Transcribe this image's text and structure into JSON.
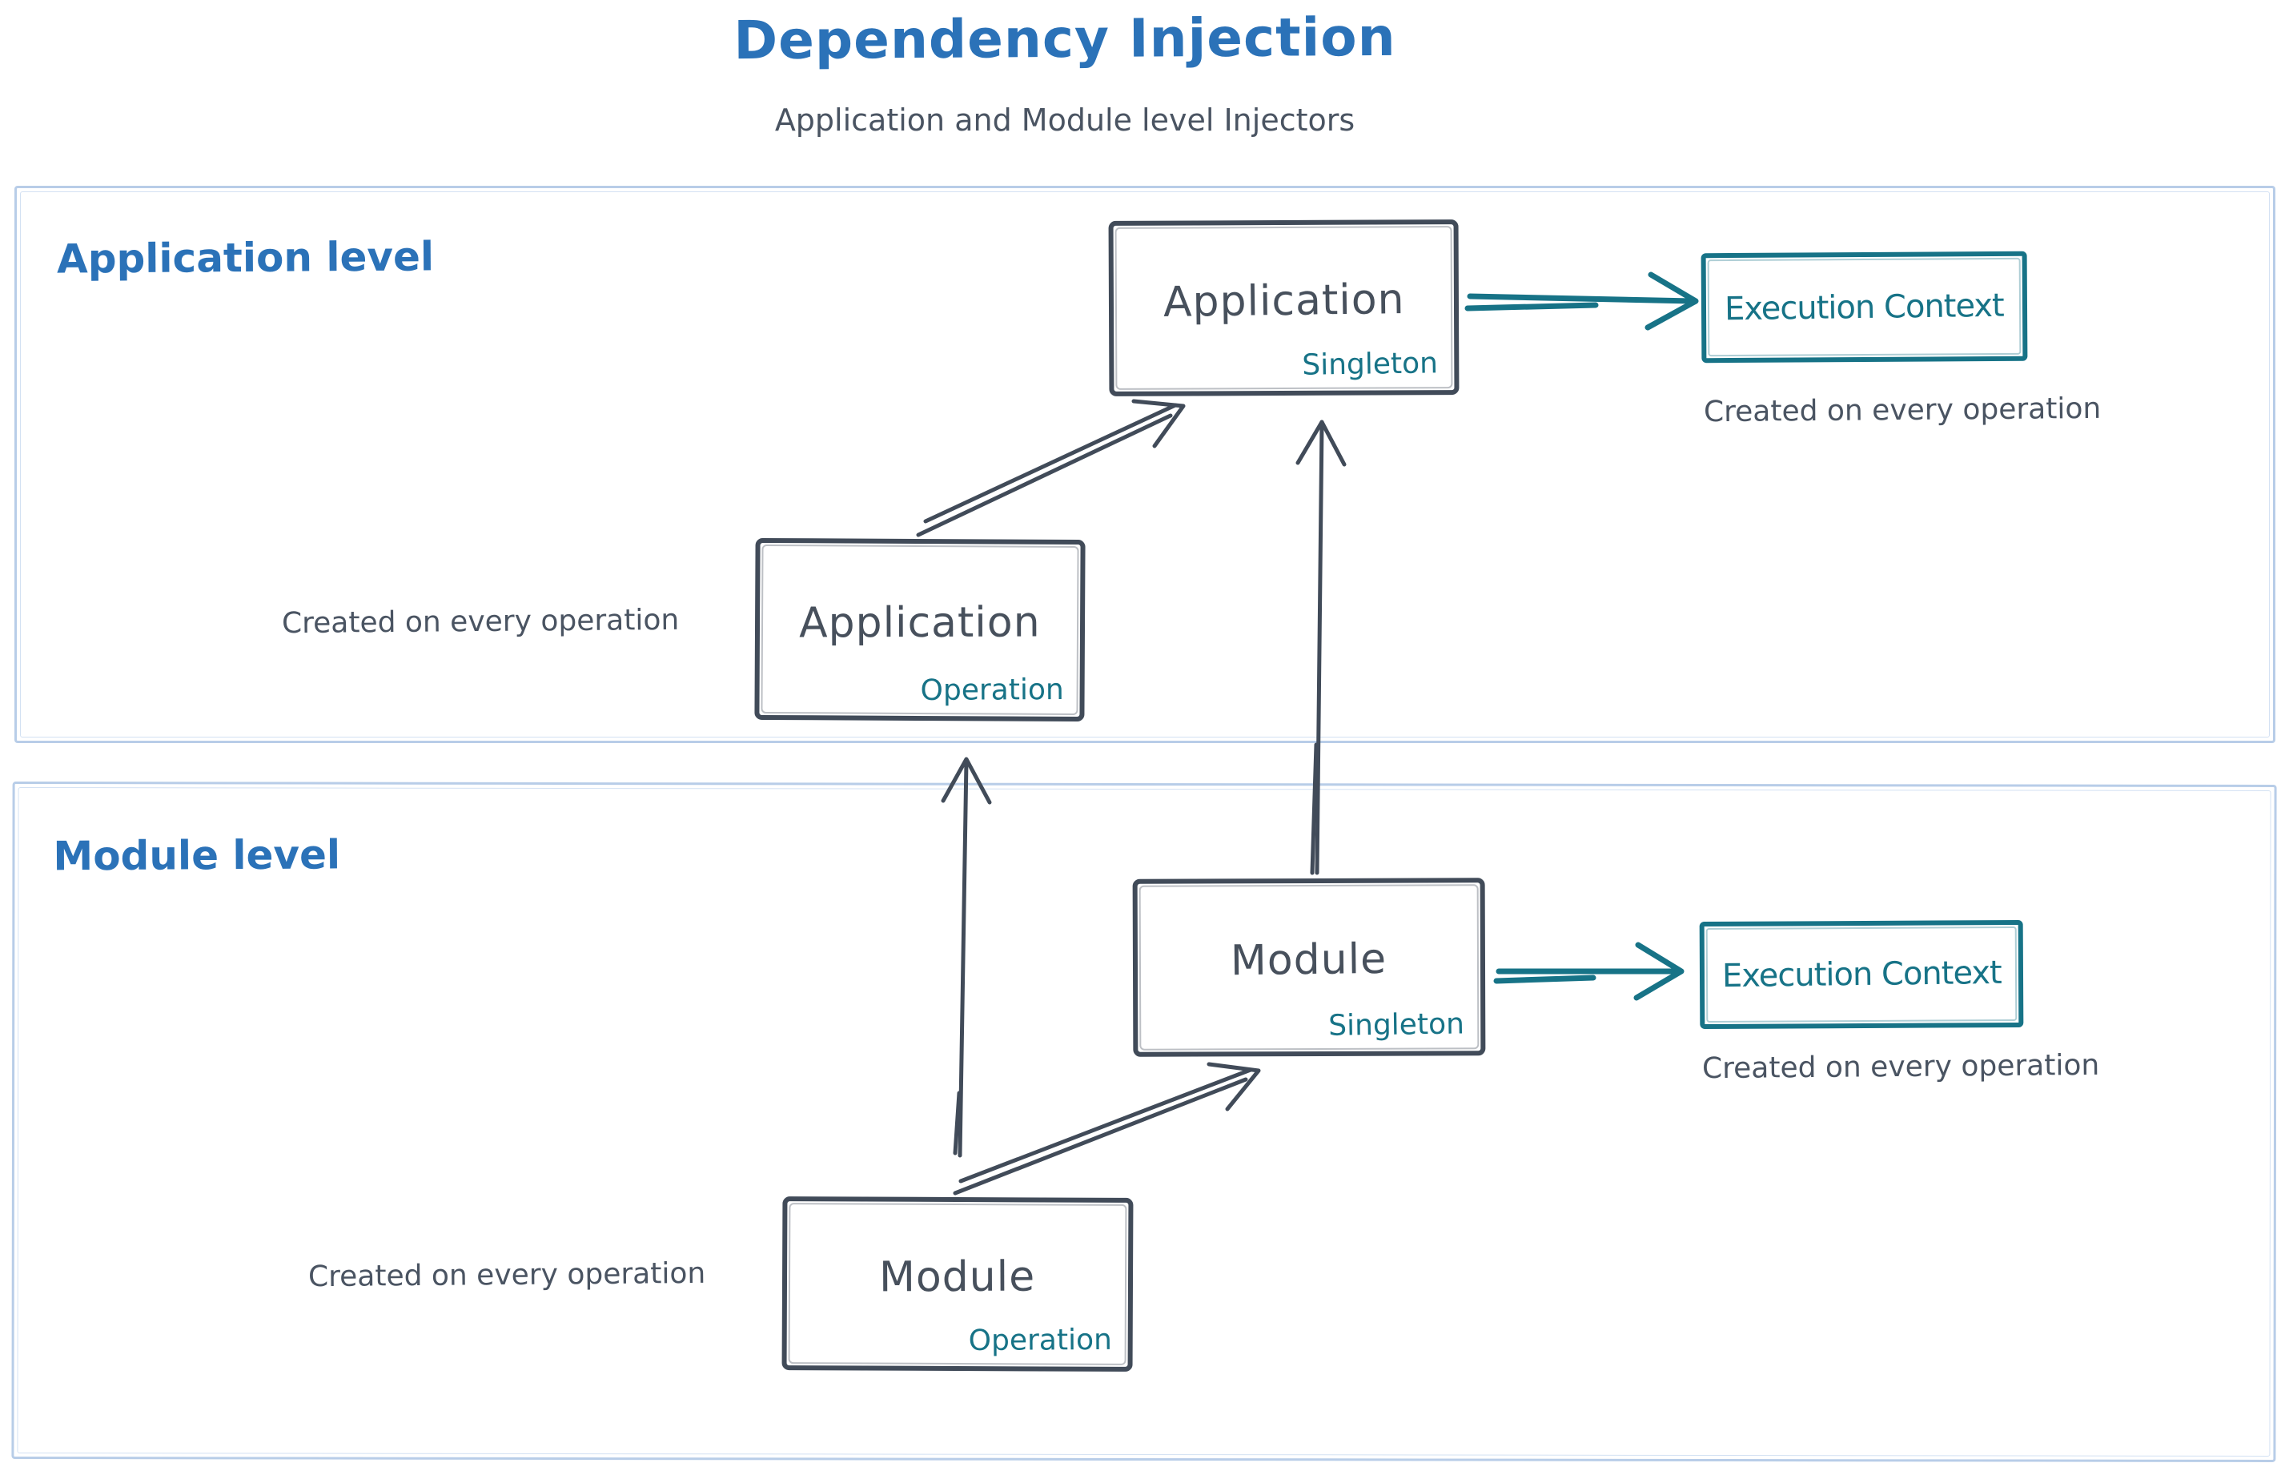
{
  "title": "Dependency Injection",
  "subtitle": "Application and Module level Injectors",
  "colors": {
    "heading_blue": "#2b72b8",
    "sketch_slate": "#414b59",
    "text_gray": "#4a5462",
    "teal": "#177387",
    "section_border_blue": "#b8cde8"
  },
  "sections": {
    "application": {
      "label": "Application level",
      "singleton_box": {
        "title": "Application",
        "tag": "Singleton"
      },
      "operation_box": {
        "title": "Application",
        "tag": "Operation"
      },
      "operation_caption": "Created on every operation",
      "execution_box": {
        "title": "Execution Context",
        "caption": "Created on every operation"
      }
    },
    "module": {
      "label": "Module level",
      "singleton_box": {
        "title": "Module",
        "tag": "Singleton"
      },
      "operation_box": {
        "title": "Module",
        "tag": "Operation"
      },
      "operation_caption": "Created on every operation",
      "execution_box": {
        "title": "Execution Context",
        "caption": "Created on every operation"
      }
    }
  }
}
